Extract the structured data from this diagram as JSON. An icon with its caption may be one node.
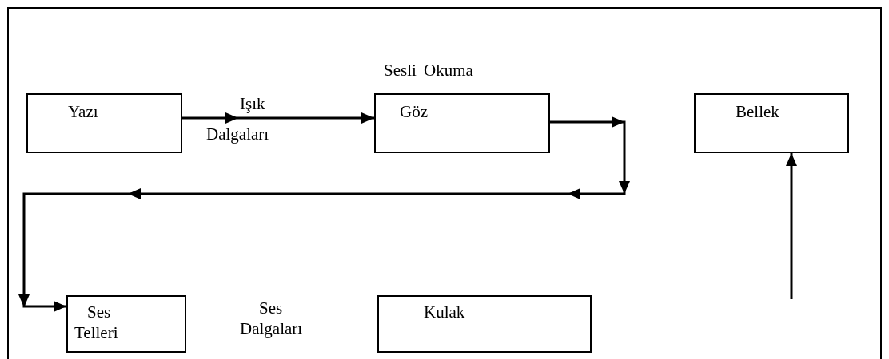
{
  "diagram": {
    "title": "Sesli Okuma",
    "nodes": [
      {
        "text": [
          "Yazı"
        ]
      },
      {
        "text": [
          "Göz"
        ]
      },
      {
        "text": [
          "Bellek"
        ]
      },
      {
        "text": [
          "Ses Telleri"
        ]
      },
      {
        "text": [
          "Kulak"
        ]
      }
    ],
    "edges": [
      {
        "from": 0,
        "to": 1,
        "arrow": "to",
        "label": "Işık Dalgaları"
      },
      {
        "from": 1,
        "to": 3,
        "arrow": "to"
      },
      {
        "from": null,
        "to": 2,
        "arrow": "to"
      }
    ],
    "labels": [
      "Ses Dalgaları"
    ]
  }
}
